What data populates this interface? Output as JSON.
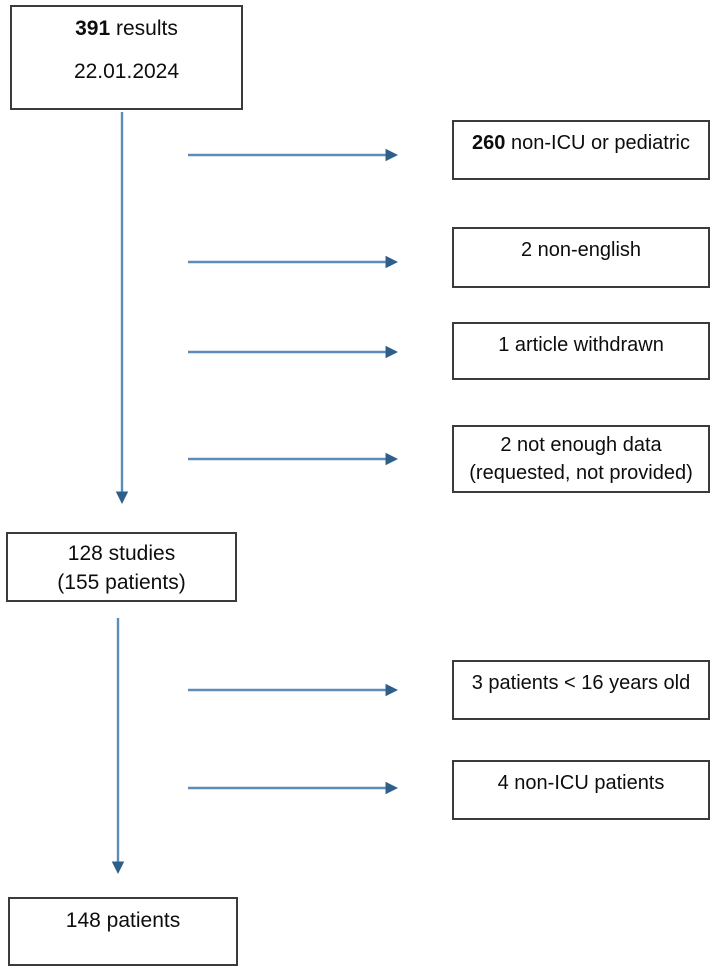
{
  "figure": {
    "type": "flowchart",
    "orientation": "top-to-bottom",
    "colors": {
      "box_border": "#3b3b3b",
      "box_fill": "#ffffff",
      "arrow_line": "#5b8db8",
      "arrow_head": "#2e5f8a",
      "text": "#0d0d0d"
    }
  },
  "nodes": {
    "start": {
      "line1_count": "391",
      "line1_label": " results",
      "line2": "22.01.2024"
    },
    "studies": {
      "line1": "128 studies",
      "line2": "(155 patients)"
    },
    "final": {
      "line1": "148 patients"
    }
  },
  "exclusions": [
    {
      "count": "260",
      "label": " non-ICU or pediatric",
      "line2": "",
      "bold_count": true,
      "stage": "screening"
    },
    {
      "count": "",
      "label": "2 non-english",
      "line2": "",
      "bold_count": false,
      "stage": "screening"
    },
    {
      "count": "",
      "label": "1 article withdrawn",
      "line2": "",
      "bold_count": false,
      "stage": "screening"
    },
    {
      "count": "",
      "label": "2 not enough data",
      "line2": "(requested, not provided)",
      "bold_count": false,
      "stage": "screening"
    },
    {
      "count": "",
      "label": "3 patients < 16 years old",
      "line2": "",
      "bold_count": false,
      "stage": "eligibility"
    },
    {
      "count": "",
      "label": "4 non-ICU patients",
      "line2": "",
      "bold_count": false,
      "stage": "eligibility"
    }
  ],
  "chart_data": {
    "type": "diagram",
    "title": "",
    "flow": [
      {
        "from": "391 results (22.01.2024)",
        "to": "128 studies (155 patients)",
        "value": 391
      },
      {
        "from": "128 studies (155 patients)",
        "to": "148 patients",
        "value": 128
      }
    ],
    "excluded": [
      {
        "reason": "non-ICU or pediatric",
        "value": 260
      },
      {
        "reason": "non-english",
        "value": 2
      },
      {
        "reason": "article withdrawn",
        "value": 1
      },
      {
        "reason": "not enough data (requested, not provided)",
        "value": 2
      },
      {
        "reason": "patients < 16 years old",
        "value": 3
      },
      {
        "reason": "non-ICU patients",
        "value": 4
      }
    ]
  }
}
